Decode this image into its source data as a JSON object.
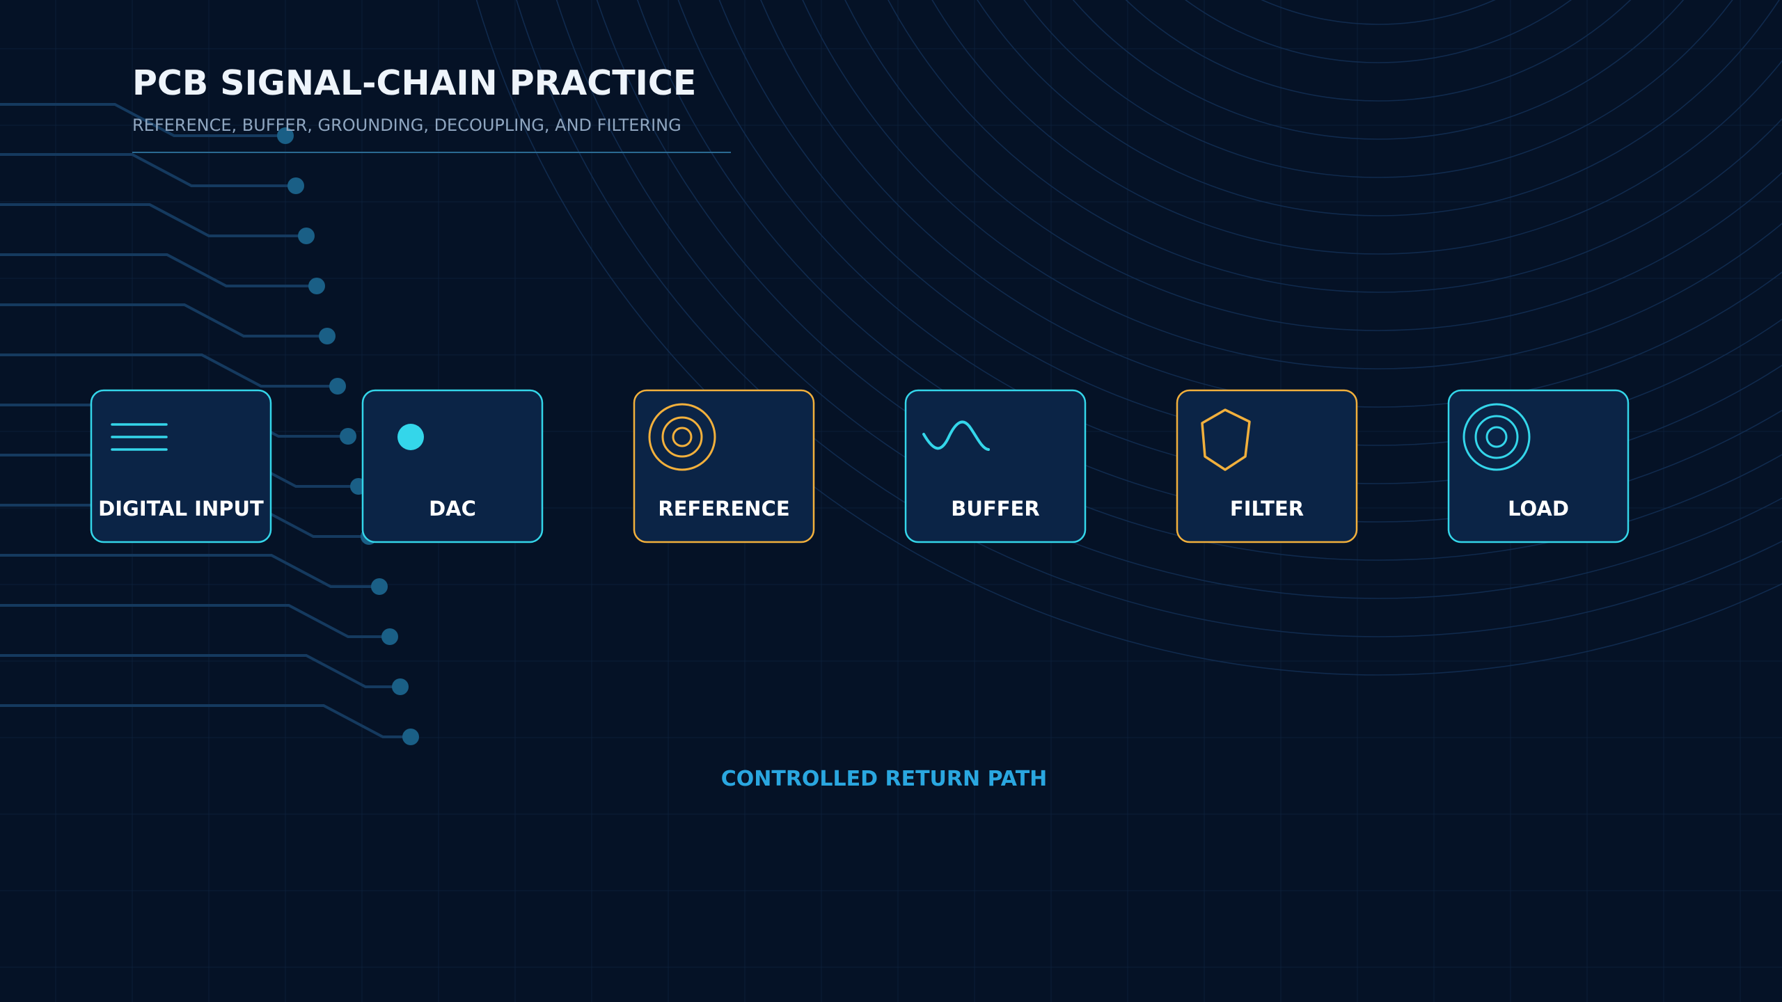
{
  "header": {
    "title": "PCB SIGNAL-CHAIN PRACTICE",
    "subtitle": "REFERENCE, BUFFER, GROUNDING, DECOUPLING, AND FILTERING"
  },
  "blocks": [
    {
      "label": "DIGITAL INPUT",
      "icon": "lines-icon",
      "accent": "#34d6ea"
    },
    {
      "label": "DAC",
      "icon": "dot-icon",
      "accent": "#34d6ea"
    },
    {
      "label": "REFERENCE",
      "icon": "concentric-rings-icon",
      "accent": "#f2b03c"
    },
    {
      "label": "BUFFER",
      "icon": "sine-wave-icon",
      "accent": "#34d6ea"
    },
    {
      "label": "FILTER",
      "icon": "shield-icon",
      "accent": "#f2b03c"
    },
    {
      "label": "LOAD",
      "icon": "target-icon",
      "accent": "#34d6ea"
    }
  ],
  "return_path": {
    "label": "CONTROLLED RETURN PATH"
  },
  "colors": {
    "background": "#051226",
    "block_fill": "#0b2446",
    "cyan": "#34d6ea",
    "amber": "#f2b03c",
    "return_blue": "#2aa7e0",
    "trace": "#153a5f",
    "pad": "#1a5f86",
    "grid": "#0c1f38",
    "arc": "#132f55"
  }
}
